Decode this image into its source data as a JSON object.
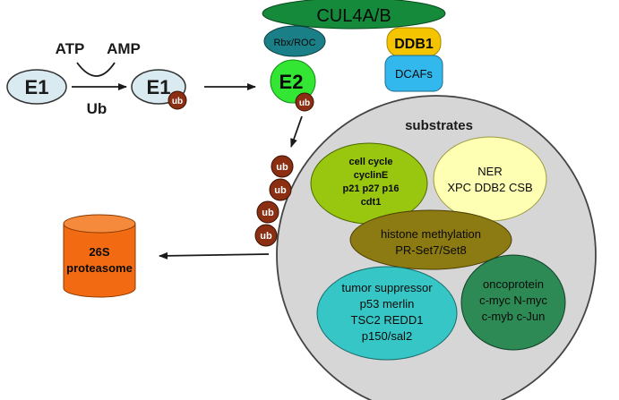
{
  "pathway": {
    "e1_left": "E1",
    "atp": "ATP",
    "amp": "AMP",
    "ub_label": "Ub",
    "e1_charged": "E1",
    "ub_tag": "ub",
    "e2": "E2"
  },
  "complex": {
    "cul4": "CUL4A/B",
    "rbx": "Rbx/ROC",
    "ddb1": "DDB1",
    "dcafs": "DCAFs"
  },
  "polyub": [
    "ub",
    "ub",
    "ub",
    "ub"
  ],
  "proteasome": {
    "line1": "26S",
    "line2": "proteasome"
  },
  "substrates": {
    "title": "substrates",
    "cell_cycle": [
      "cell cycle",
      "cyclinE",
      "p21 p27 p16",
      "cdt1"
    ],
    "ner": [
      "NER",
      "XPC DDB2 CSB"
    ],
    "histone": [
      "histone methylation",
      "PR-Set7/Set8"
    ],
    "tumor": [
      "tumor suppressor",
      "p53 merlin",
      "TSC2 REDD1",
      "p150/sal2"
    ],
    "onco": [
      "oncoprotein",
      "c-myc N-myc",
      "c-myb c-Jun"
    ]
  },
  "colors": {
    "e1_fill": "#d9eaf0",
    "ub_fill": "#8b2e12",
    "cul4_fill": "#148a3a",
    "rbx_fill": "#1a7f86",
    "ddb1_fill": "#f5c400",
    "dcafs_fill": "#33b8ee",
    "e2_fill": "#33e633",
    "proteasome_fill": "#f26b12",
    "big_circle_fill": "#d6d6d6",
    "cell_cycle_fill": "#99c60f",
    "ner_fill": "#ffffb3",
    "histone_fill": "#8c7a12",
    "tumor_fill": "#37c6c6",
    "onco_fill": "#2e8a55"
  }
}
